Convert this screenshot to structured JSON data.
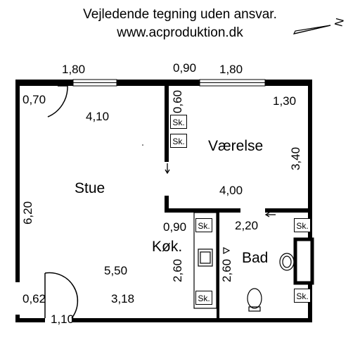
{
  "header": {
    "line1": "Vejledende tegning uden ansvar.",
    "line2": "www.acproduktion.dk"
  },
  "compass": {
    "label": "N"
  },
  "rooms": {
    "stue": "Stue",
    "vaerelse": "Værelse",
    "kokken": "Køk.",
    "bad": "Bad"
  },
  "dims": {
    "top_window_left": "1,80",
    "top_window_mid": "0,90",
    "top_window_right": "1,80",
    "stue_corner": "0,70",
    "stue_depth": "4,10",
    "partition": "0,60",
    "vaerelse_corner": "1,30",
    "vaerelse_height": "3,40",
    "vaerelse_width": "4,00",
    "stue_left": "6,20",
    "kitchen_top": "0,90",
    "bath_top": "2,20",
    "kitchen_height": "2,60",
    "bath_height": "2,60",
    "stue_width": "5,50",
    "bottom_left": "0,62",
    "bottom_mid": "3,18",
    "door_bottom": "1,10"
  },
  "closet_label": "Sk."
}
